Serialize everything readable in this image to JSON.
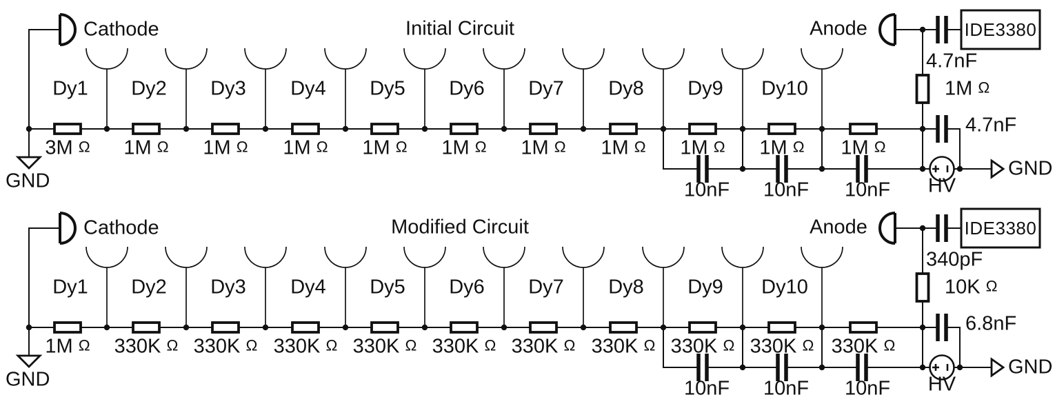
{
  "figure": {
    "background": "#ffffff",
    "line_color": "#111111",
    "description": "Photomultiplier tube voltage divider schematics: initial and modified circuits"
  },
  "circuits": [
    {
      "title": "Initial Circuit",
      "cathode_label": "Cathode",
      "anode_label": "Anode",
      "gnd_left": "GND",
      "gnd_right": "GND",
      "hv_label": "HV",
      "readout_box": "IDE3380",
      "coupling_cap": "4.7nF",
      "anode_resistor": "1M Ω",
      "hv_bypass_cap": "4.7nF",
      "stages": [
        {
          "dy": "Dy1",
          "value": "3M Ω"
        },
        {
          "dy": "Dy2",
          "value": "1M Ω"
        },
        {
          "dy": "Dy3",
          "value": "1M Ω"
        },
        {
          "dy": "Dy4",
          "value": "1M Ω"
        },
        {
          "dy": "Dy5",
          "value": "1M Ω"
        },
        {
          "dy": "Dy6",
          "value": "1M Ω"
        },
        {
          "dy": "Dy7",
          "value": "1M Ω"
        },
        {
          "dy": "Dy8",
          "value": "1M Ω"
        },
        {
          "dy": "Dy9",
          "value": "1M Ω",
          "cap": "10nF"
        },
        {
          "dy": "Dy10",
          "value": "1M Ω",
          "cap": "10nF"
        },
        {
          "value": "1M Ω",
          "cap": "10nF"
        }
      ]
    },
    {
      "title": "Modified Circuit",
      "cathode_label": "Cathode",
      "anode_label": "Anode",
      "gnd_left": "GND",
      "gnd_right": "GND",
      "hv_label": "HV",
      "readout_box": "IDE3380",
      "coupling_cap": "340pF",
      "anode_resistor": "10K Ω",
      "hv_bypass_cap": "6.8nF",
      "stages": [
        {
          "dy": "Dy1",
          "value": "1M Ω"
        },
        {
          "dy": "Dy2",
          "value": "330K Ω"
        },
        {
          "dy": "Dy3",
          "value": "330K Ω"
        },
        {
          "dy": "Dy4",
          "value": "330K Ω"
        },
        {
          "dy": "Dy5",
          "value": "330K Ω"
        },
        {
          "dy": "Dy6",
          "value": "330K Ω"
        },
        {
          "dy": "Dy7",
          "value": "330K Ω"
        },
        {
          "dy": "Dy8",
          "value": "330K Ω"
        },
        {
          "dy": "Dy9",
          "value": "330K Ω",
          "cap": "10nF"
        },
        {
          "dy": "Dy10",
          "value": "330K Ω",
          "cap": "10nF"
        },
        {
          "value": "330K Ω",
          "cap": "10nF"
        }
      ]
    }
  ]
}
